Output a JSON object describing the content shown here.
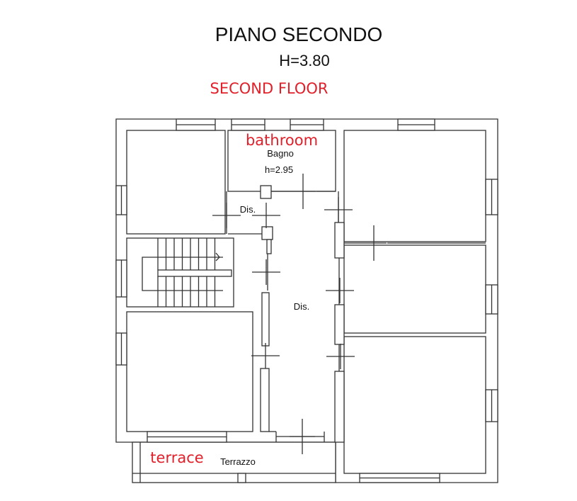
{
  "header": {
    "title": "PIANO SECONDO",
    "height": "H=3.80",
    "translation": "SECOND FLOOR"
  },
  "rooms": {
    "bathroom_translation": "bathroom",
    "bathroom_label": "Bagno",
    "bathroom_height": "h=2.95",
    "small_hall_label": "Dis.",
    "corridor_label": "Dis.",
    "terrace_translation": "terrace",
    "terrace_label": "Terrazzo"
  },
  "colors": {
    "annotation": "#e0202a",
    "lines": "#333333"
  }
}
